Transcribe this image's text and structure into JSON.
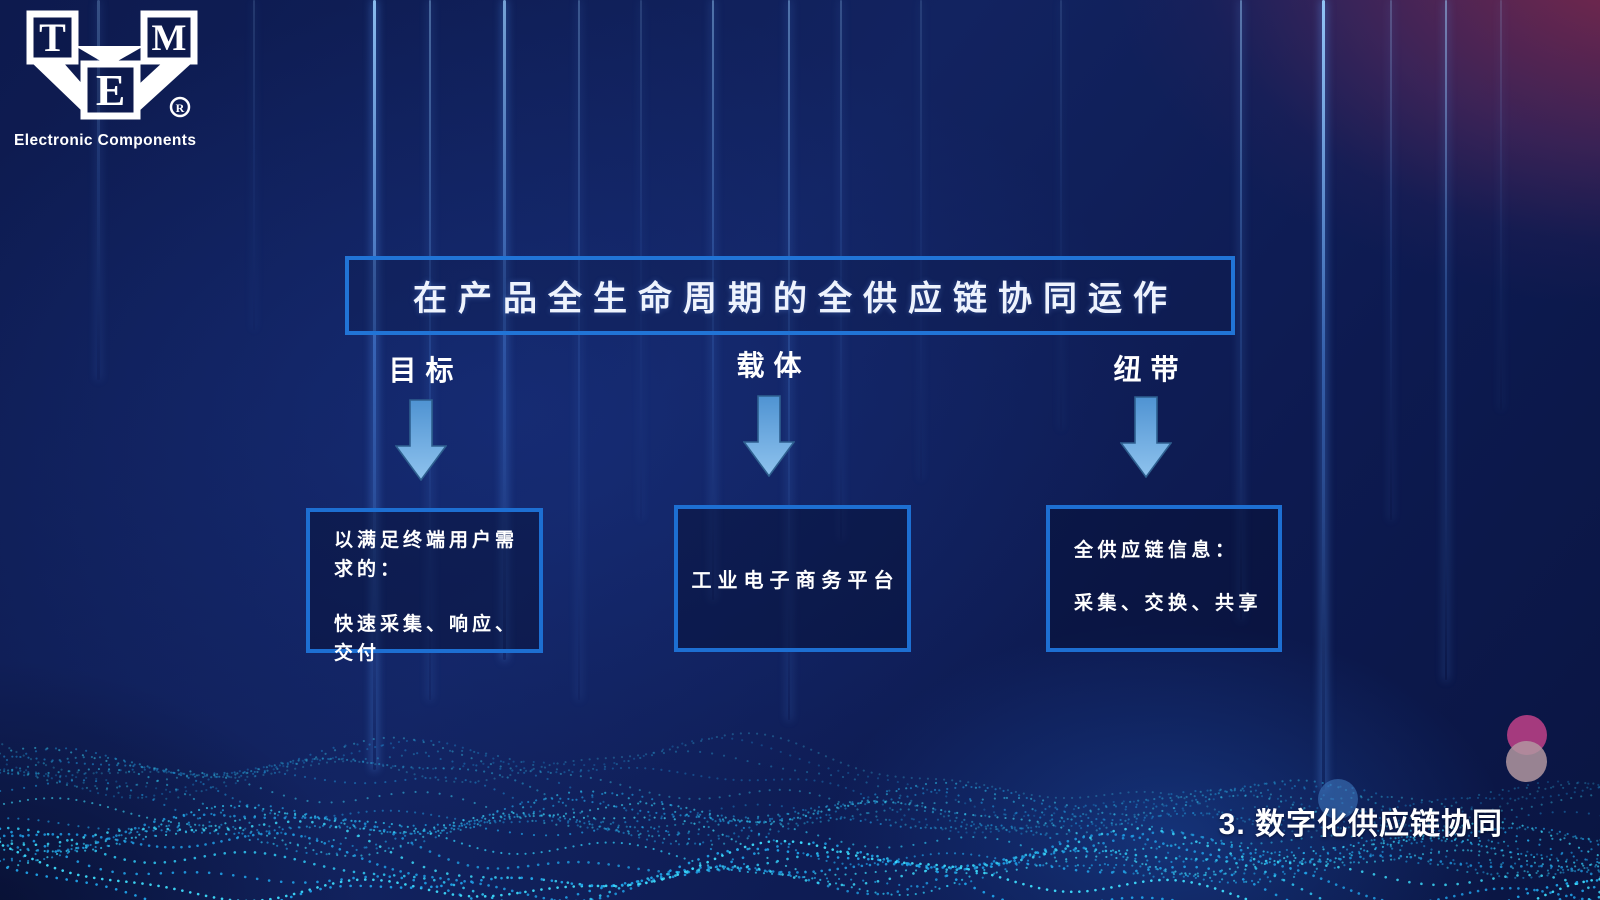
{
  "logo": {
    "letter_t": "T",
    "letter_m": "M",
    "letter_e": "E",
    "registered_mark": "R",
    "tagline": "Electronic Components"
  },
  "title": {
    "text": "在产品全生命周期的全供应链协同运作"
  },
  "columns": [
    {
      "label": "目标",
      "lines": [
        "以满足终端用户需求的：",
        "快速采集、响应、交付"
      ]
    },
    {
      "label": "载体",
      "lines": [
        "工业电子商务平台"
      ]
    },
    {
      "label": "纽带",
      "lines": [
        "全供应链信息：",
        "采集、交换、共享"
      ]
    }
  ],
  "footer": {
    "section_label": "3. 数字化供应链协同"
  },
  "colors": {
    "accent_border": "#1d6fd2",
    "arrow_fill_top": "#4f93d2",
    "arrow_fill_bottom": "#8fc3ee",
    "arrow_stroke": "#2e5f8f",
    "beam_blue": "#74b8ff",
    "wave_cyan": "#3ee0ff",
    "wave_blue": "#1fa0e8",
    "wave_mid": "#2ec8f4",
    "circle_magenta": "#a53a7e",
    "circle_rose": "#b298a2",
    "circle_steel_blue": "#3e76bc",
    "bg_navy": "#0e1b50",
    "bg_maroon": "#7c2f4a"
  }
}
